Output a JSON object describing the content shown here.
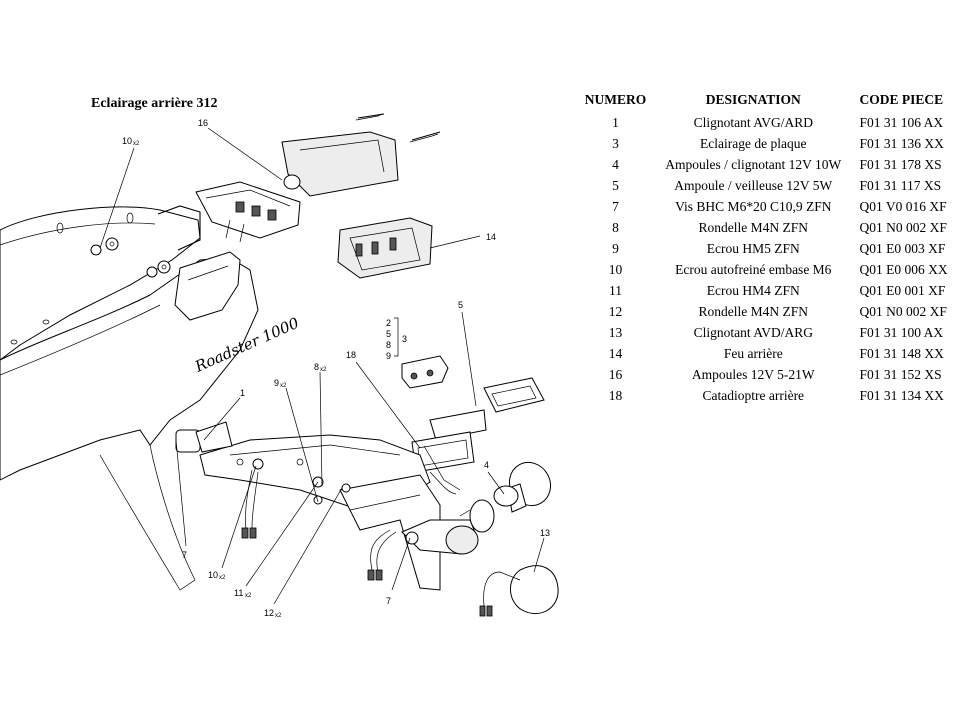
{
  "page": {
    "title": "Eclairage arrière 312"
  },
  "diagram": {
    "brand_text": "Roadster 1000",
    "callouts": [
      {
        "label": "16",
        "sub": ""
      },
      {
        "label": "10",
        "sub": "x2"
      },
      {
        "label": "14",
        "sub": ""
      },
      {
        "label": "2",
        "sub": ""
      },
      {
        "label": "5",
        "sub": ""
      },
      {
        "label": "8",
        "sub": ""
      },
      {
        "label": "9",
        "sub": ""
      },
      {
        "label": "3",
        "sub": ""
      },
      {
        "label": "5",
        "sub": ""
      },
      {
        "label": "18",
        "sub": ""
      },
      {
        "label": "8",
        "sub": "x2"
      },
      {
        "label": "9",
        "sub": "x2"
      },
      {
        "label": "1",
        "sub": ""
      },
      {
        "label": "4",
        "sub": ""
      },
      {
        "label": "13",
        "sub": ""
      },
      {
        "label": "7",
        "sub": ""
      },
      {
        "label": "10",
        "sub": "x2"
      },
      {
        "label": "11",
        "sub": "x2"
      },
      {
        "label": "12",
        "sub": "x2"
      },
      {
        "label": "7",
        "sub": ""
      }
    ]
  },
  "table": {
    "headers": {
      "numero": "NUMERO",
      "designation": "DESIGNATION",
      "code": "CODE PIECE"
    },
    "rows": [
      {
        "numero": "1",
        "designation": "Clignotant AVG/ARD",
        "code": "F01 31 106 AX"
      },
      {
        "numero": "3",
        "designation": "Eclairage de plaque",
        "code": "F01 31 136 XX"
      },
      {
        "numero": "4",
        "designation": "Ampoules / clignotant 12V 10W",
        "code": "F01 31 178 XS"
      },
      {
        "numero": "5",
        "designation": "Ampoule / veilleuse 12V 5W",
        "code": "F01 31 117 XS"
      },
      {
        "numero": "7",
        "designation": "Vis BHC M6*20 C10,9 ZFN",
        "code": "Q01 V0 016 XF"
      },
      {
        "numero": "8",
        "designation": "Rondelle M4N ZFN",
        "code": "Q01 N0 002 XF"
      },
      {
        "numero": "9",
        "designation": "Ecrou HM5 ZFN",
        "code": "Q01 E0 003 XF"
      },
      {
        "numero": "10",
        "designation": "Ecrou autofreiné embase M6",
        "code": "Q01 E0 006 XX"
      },
      {
        "numero": "11",
        "designation": "Ecrou HM4 ZFN",
        "code": "Q01 E0 001 XF"
      },
      {
        "numero": "12",
        "designation": "Rondelle M4N ZFN",
        "code": "Q01 N0 002 XF"
      },
      {
        "numero": "13",
        "designation": "Clignotant AVD/ARG",
        "code": "F01 31 100 AX"
      },
      {
        "numero": "14",
        "designation": "Feu arrière",
        "code": "F01 31 148 XX"
      },
      {
        "numero": "16",
        "designation": "Ampoules 12V 5-21W",
        "code": "F01 31 152 XS"
      },
      {
        "numero": "18",
        "designation": "Catadioptre arrière",
        "code": "F01 31 134 XX"
      }
    ]
  }
}
